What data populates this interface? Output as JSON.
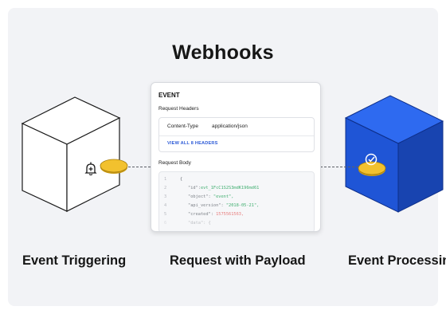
{
  "title": "Webhooks",
  "labels": {
    "left": "Event Triggering",
    "middle": "Request with Payload",
    "right": "Event Processing"
  },
  "card": {
    "title": "EVENT",
    "headers_label": "Request Headers",
    "header_key": "Content-Type",
    "header_value": "application/json",
    "view_link": "VIEW ALL 8 HEADERS",
    "body_label": "Request Body",
    "lines": [
      {
        "no": "1",
        "text": "{"
      },
      {
        "no": "2",
        "key": "\"id\"",
        "value": "evt_1FcC1S2S3mdK196md61"
      },
      {
        "no": "3",
        "key": "\"object\"",
        "value": "\"event\","
      },
      {
        "no": "4",
        "key": "\"api_version\"",
        "value": "\"2018-05-21\","
      },
      {
        "no": "5",
        "key": "\"created\"",
        "value": "1575561563,"
      },
      {
        "no": "6",
        "key": "\"data\"",
        "value": "{"
      }
    ]
  },
  "icons": {
    "left_cube": "bell-plus-icon",
    "right_cube": "check-circle-icon"
  },
  "colors": {
    "background": "#f2f3f6",
    "accent_blue": "#2d5bd7",
    "cube_blue": "#1f55d6",
    "disc_yellow": "#f2c12e"
  }
}
